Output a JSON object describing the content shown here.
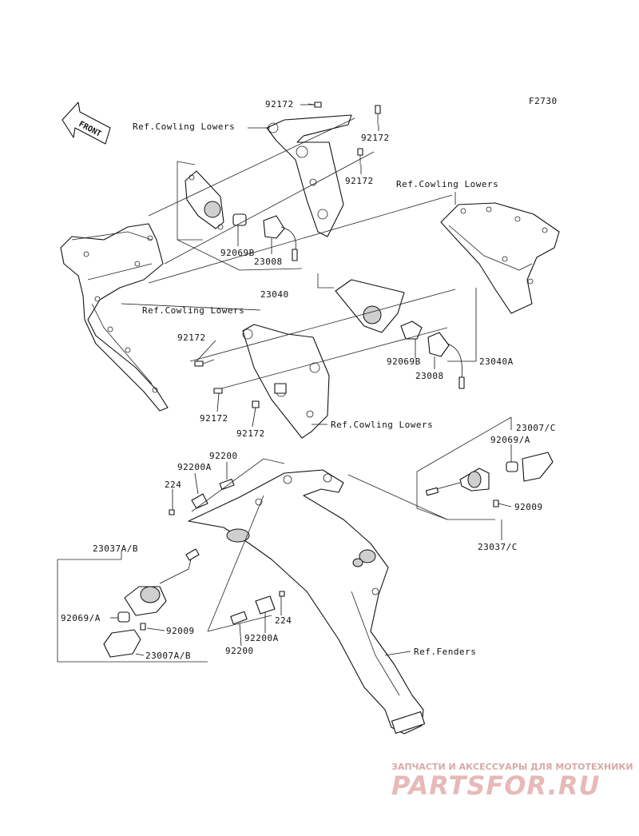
{
  "figure_code": "F2730",
  "front_label": "FRONT",
  "labels": {
    "bolt_top": "92172",
    "ref_cowling_top": "Ref.Cowling Lowers",
    "bolt_right_top": "92172",
    "bolt_right_mid": "92172",
    "ref_cowling_right": "Ref.Cowling Lowers",
    "bulb_upper": "92069B",
    "socket_upper": "23008",
    "assy_upper": "23040",
    "ref_cowling_left": "Ref.Cowling Lowers",
    "bolt_left": "92172",
    "bulb_lower": "92069B",
    "socket_lower": "23008",
    "assy_lower": "23040A",
    "bolt_bottom_a": "92172",
    "ref_cowling_bottom": "Ref.Cowling Lowers",
    "bolt_bottom_b": "92172",
    "plate_upper": "92200",
    "bracket_upper": "92200A",
    "screw_upper": "224",
    "rear_lens_right": "23007/C",
    "rear_bulb_right": "92069/A",
    "rear_screw_right": "92009",
    "rear_assy_right": "23037/C",
    "rear_assy_left": "23037A/B",
    "rear_bulb_left": "92069/A",
    "rear_screw_left": "92009",
    "rear_lens_left": "23007A/B",
    "screw_lower": "224",
    "bracket_lower": "92200A",
    "plate_lower": "92200",
    "ref_fenders": "Ref.Fenders"
  },
  "watermark": {
    "line1": "ЗАПЧАСТИ И АКСЕССУАРЫ ДЛЯ МОТОТЕХНИКИ",
    "line2": "PARTSFOR.RU"
  }
}
